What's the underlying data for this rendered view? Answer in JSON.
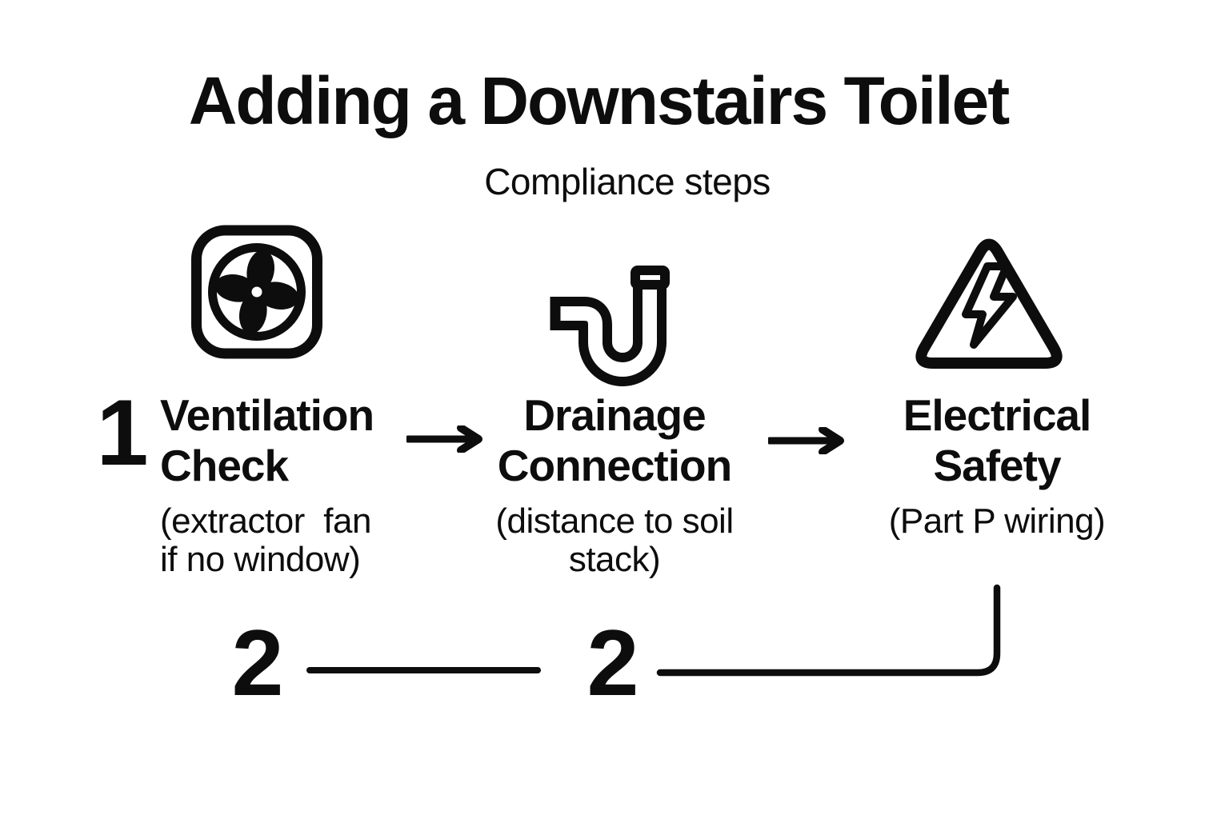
{
  "colors": {
    "background": "#ffffff",
    "ink": "#0d0d0d"
  },
  "header": {
    "title": "Adding a Downstairs Toilet",
    "subtitle": "Compliance steps"
  },
  "steps": [
    {
      "number": "1",
      "icon": "extractor-fan",
      "label": "Ventilation\nCheck",
      "sublabel": "(extractor  fan\nif no window)"
    },
    {
      "icon": "drain-pipe-u-bend",
      "label": "Drainage\nConnection",
      "sublabel": "(distance to soil stack)"
    },
    {
      "icon": "electrical-hazard-triangle",
      "label": "Electrical\nSafety",
      "sublabel": "(Part P wiring)"
    }
  ],
  "footer": {
    "left_number": "2",
    "right_number": "2"
  }
}
